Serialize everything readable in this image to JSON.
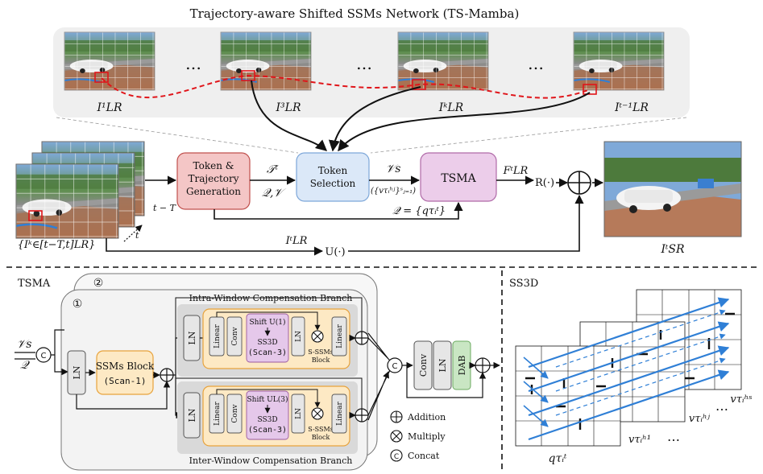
{
  "title": "Trajectory-aware Shifted SSMs Network (TS-Mamba)",
  "frames": {
    "labels": [
      "I¹LR",
      "I³LR",
      "IᵏLR",
      "Iᵗ⁻¹LR"
    ],
    "ellipsis": "…",
    "stack_label": "{Iᵏ∈[t−T,t]LR}",
    "stack_t_minus": "t − T",
    "stack_t": "t"
  },
  "pipeline": {
    "token_traj": [
      "Token &",
      "Trajectory",
      "Generation"
    ],
    "token_sel": [
      "Token",
      "Selection"
    ],
    "tsma": "TSMA",
    "edge_T": "𝒯ᵗ",
    "edge_QV": "𝒬,𝒱",
    "edge_Vs": "𝒱s",
    "edge_set": "({vτᵢʰʲ}ˢⱼ₌₁)",
    "edge_Q": "𝒬 = {qτᵢᵗ}",
    "edge_F": "FᵗLR",
    "R": "R(·)",
    "U": "U(·)",
    "edge_ILR": "IᵗLR",
    "output_label": "IᵗSR"
  },
  "tsma_panel": {
    "title": "TSMA",
    "layer1": "①",
    "layer2": "②",
    "input_Vs": "𝒱s",
    "input_Q": "𝒬",
    "concat": "C",
    "ln": "LN",
    "ssms_block": "SSMs Block",
    "scan1": "(Scan-1)",
    "intra_title": "Intra-Window Compensation Branch",
    "inter_title": "Inter-Window Compensation Branch",
    "linear": "Linear",
    "conv": "Conv",
    "shift_intra": "Shift U(1)",
    "shift_inter": "Shift UL(3)",
    "ss3d": "SS3D",
    "scan3": "(Scan-3)",
    "s_ssms": "S-SSMs",
    "block": "Block",
    "dab": "DAB",
    "legend_add": "Addition",
    "legend_mul": "Multiply",
    "legend_concat": "Concat"
  },
  "ss3d_panel": {
    "title": "SS3D",
    "q_label": "qτᵢᵗ",
    "v1": "vτᵢʰ¹",
    "vj": "vτᵢʰʲ",
    "vs": "vτᵢʰˢ",
    "dots": "…"
  },
  "colors": {
    "token_traj_fill": "#f4c6c6",
    "token_traj_stroke": "#c0504d",
    "token_sel_fill": "#dbe8f8",
    "token_sel_stroke": "#7da7d9",
    "tsma_fill": "#eccdea",
    "tsma_stroke": "#b06aa8",
    "orange_fill": "#fde9c4",
    "orange_stroke": "#e8a33c",
    "ss3d_fill": "#e5c8ea",
    "dab_fill": "#c9e6c3",
    "dab_stroke": "#6aa95f",
    "trajectory": "#e0151a",
    "blue_arrows": "#2f7fd6"
  }
}
